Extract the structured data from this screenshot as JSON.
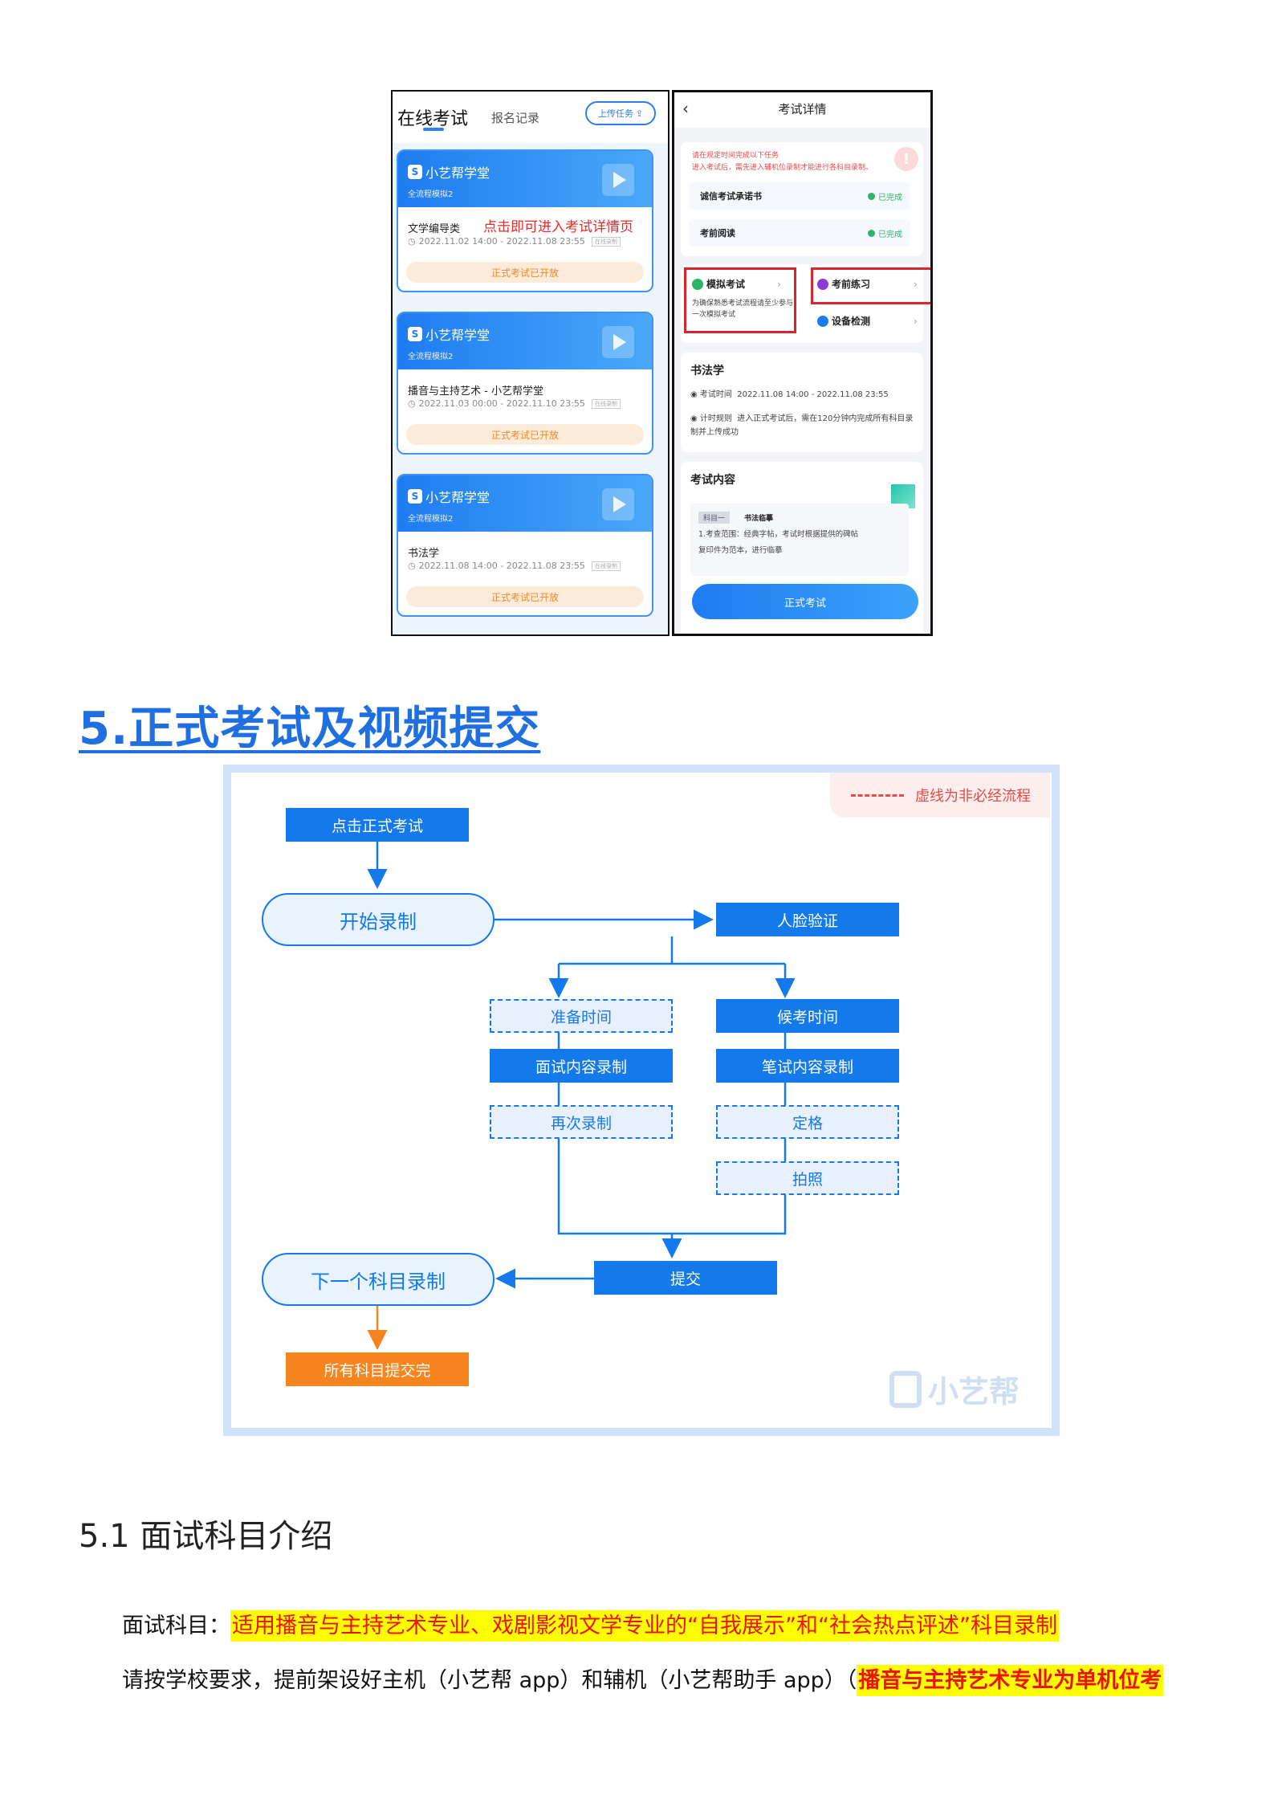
{
  "left_phone": {
    "title": "在线考试",
    "tab_records": "报名记录",
    "upload_label": "上传任务",
    "cards": [
      {
        "brand": "小艺帮学堂",
        "sub": "全流程模拟2",
        "subject": "文学编导类",
        "note": "点击即可进入考试详情页",
        "time": "2022.11.02 14:00 - 2022.11.08 23:55",
        "tag": "在线录制",
        "button": "正式考试已开放"
      },
      {
        "brand": "小艺帮学堂",
        "sub": "全流程模拟2",
        "subject": "播音与主持艺术 - 小艺帮学堂",
        "note": "",
        "time": "2022.11.03 00:00 - 2022.11.10 23:55",
        "tag": "在线录制",
        "button": "正式考试已开放"
      },
      {
        "brand": "小艺帮学堂",
        "sub": "全流程模拟2",
        "subject": "书法学",
        "note": "",
        "time": "2022.11.08 14:00 - 2022.11.08 23:55",
        "tag": "在线录制",
        "button": "正式考试已开放"
      }
    ]
  },
  "right_phone": {
    "title": "考试详情",
    "notice_1": "请在规定时间完成以下任务",
    "notice_2": "进入考试后，需先进入辅机位录制才能进行各科目录制。",
    "task_1": "诚信考试承诺书",
    "task_2": "考前阅读",
    "done": "已完成",
    "mock_exam": "模拟考试",
    "mock_desc": "为确保熟悉考试流程请至少参与一次模拟考试",
    "practice": "考前练习",
    "device_check": "设备检测",
    "subject_title": "书法学",
    "exam_time_label": "考试时间",
    "exam_time": "2022.11.08 14:00 - 2022.11.08 23:55",
    "timing_label": "计时规则",
    "timing_rule": "进入正式考试后，需在120分钟内完成所有科目录制并上传成功",
    "content_title": "考试内容",
    "subject_tag": "科目一",
    "subject_name": "书法临摹",
    "content_1": "1.考查范围：经典字帖，考试时根据提供的碑帖",
    "content_2": "复印件为范本，进行临摹",
    "start_button": "正式考试"
  },
  "section_heading": "5.正式考试及视频提交",
  "flow": {
    "legend": "虚线为非必经流程",
    "click_start": "点击正式考试",
    "start_recording": "开始录制",
    "face_verify": "人脸验证",
    "prep_time": "准备时间",
    "wait_time": "候考时间",
    "interview_record": "面试内容录制",
    "written_record": "笔试内容录制",
    "re_record": "再次录制",
    "freeze": "定格",
    "photo": "拍照",
    "submit": "提交",
    "next_subject": "下一个科目录制",
    "all_submitted": "所有科目提交完",
    "watermark": "小艺帮",
    "colors": {
      "primary": "#1479ea",
      "orange": "#f6841f",
      "legend_red": "#e84a4a"
    }
  },
  "subsection_heading": "5.1 面试科目介绍",
  "para1": {
    "label": "面试科目：",
    "highlight": "适用播音与主持艺术专业、戏剧影视文学专业的“自我展示”和“社会热点评述”科目录制"
  },
  "para2": {
    "text": "请按学校要求，提前架设好主机（小艺帮 app）和辅机（小艺帮助手 app）（",
    "highlight": "播音与主持艺术专业为单机位考"
  }
}
